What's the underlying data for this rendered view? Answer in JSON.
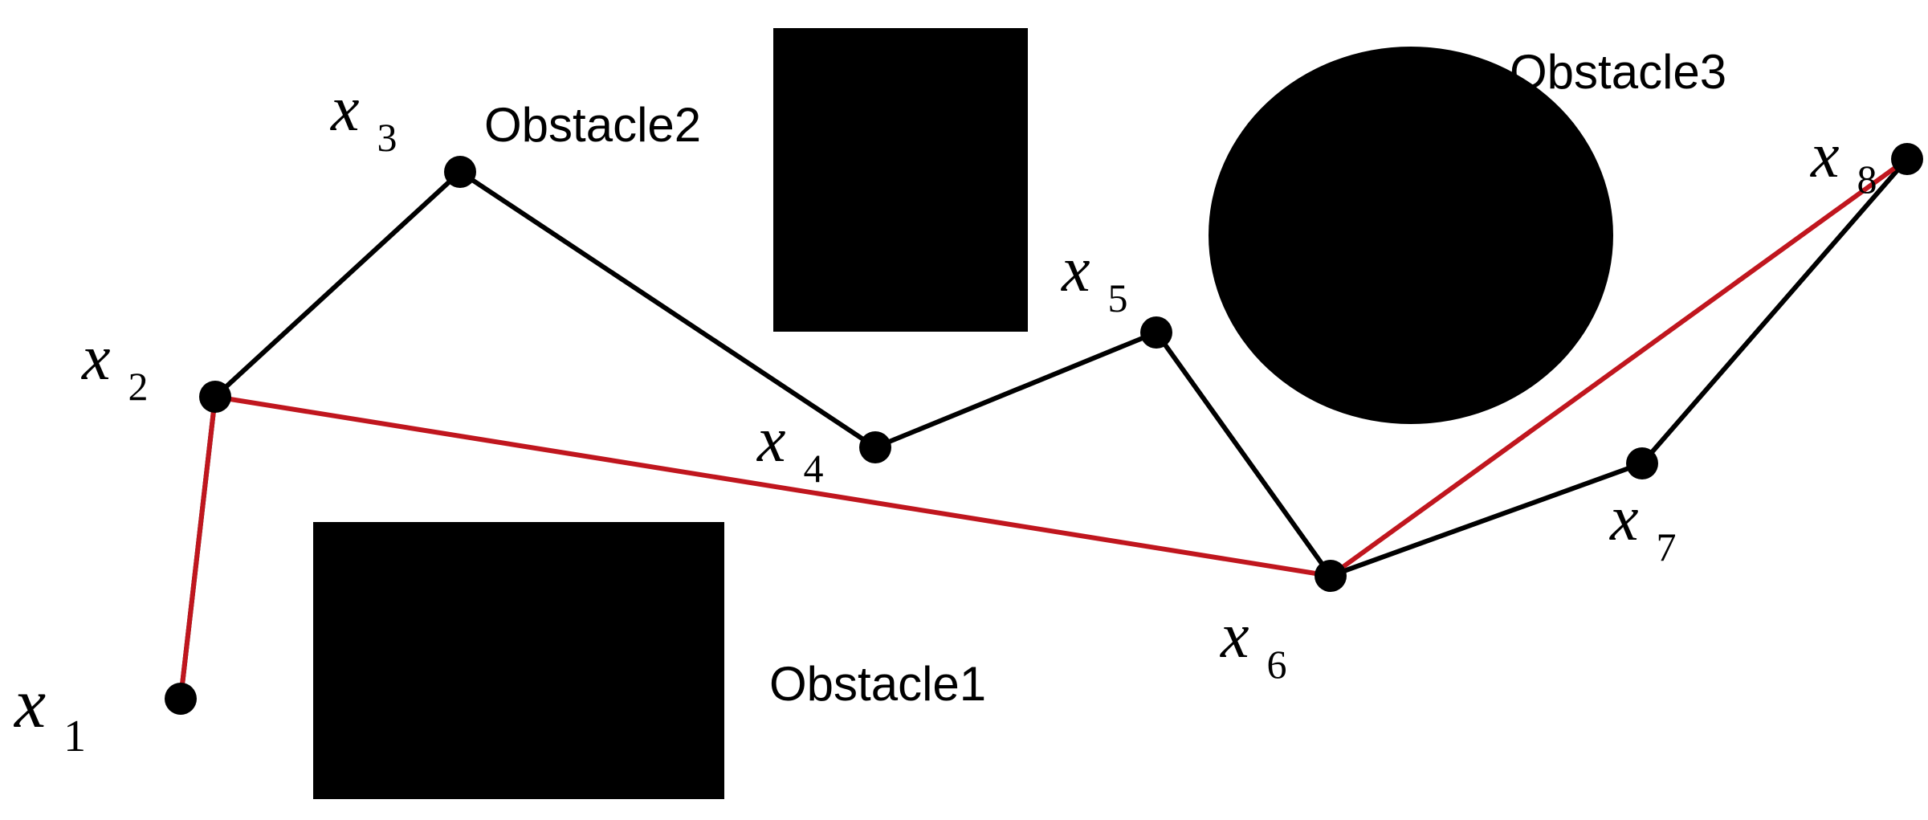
{
  "colors": {
    "background": "#ffffff",
    "ink": "#000000",
    "original_path": "#000000",
    "optimized_path": "#c0161e"
  },
  "obstacles": [
    {
      "id": "obstacle1",
      "label": "Obstacle1",
      "shape": "rectangle"
    },
    {
      "id": "obstacle2",
      "label": "Obstacle2",
      "shape": "rectangle"
    },
    {
      "id": "obstacle3",
      "label": "Obstacle3",
      "shape": "circle"
    }
  ],
  "nodes": [
    {
      "id": "x1",
      "var": "x",
      "sub": "1"
    },
    {
      "id": "x2",
      "var": "x",
      "sub": "2"
    },
    {
      "id": "x3",
      "var": "x",
      "sub": "3"
    },
    {
      "id": "x4",
      "var": "x",
      "sub": "4"
    },
    {
      "id": "x5",
      "var": "x",
      "sub": "5"
    },
    {
      "id": "x6",
      "var": "x",
      "sub": "6"
    },
    {
      "id": "x7",
      "var": "x",
      "sub": "7"
    },
    {
      "id": "x8",
      "var": "x",
      "sub": "8"
    }
  ],
  "original_path": [
    "x1",
    "x2",
    "x3",
    "x4",
    "x5",
    "x6",
    "x7",
    "x8"
  ],
  "optimized_path": [
    "x1",
    "x2",
    "x6",
    "x8"
  ]
}
